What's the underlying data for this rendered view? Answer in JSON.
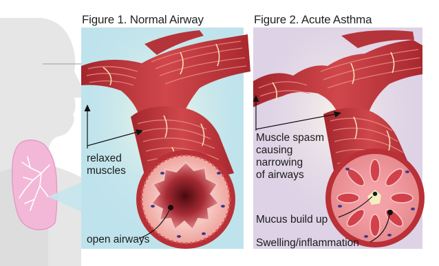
{
  "figure1": {
    "title": "Figure 1. Normal Airway",
    "label_muscles_line1": "relaxed",
    "label_muscles_line2": "muscles",
    "label_airways": "open airways"
  },
  "figure2": {
    "title": "Figure 2. Acute Asthma",
    "label_spasm": [
      "Muscle spasm",
      "causing",
      "narrowing",
      "of airways"
    ],
    "label_mucus": "Mucus build up",
    "label_swelling": "Swelling/inflammation"
  },
  "colors": {
    "panel1_bg": "#bfe3ec",
    "panel2_bg": "#ddd2e6",
    "muscle": "#c83a3e",
    "muscle_dark": "#9f2228",
    "muscle_light": "#e37770",
    "tendon": "#f2dfb2",
    "lung": "#f2b7d6",
    "silhouette": "#e6e6e6"
  }
}
